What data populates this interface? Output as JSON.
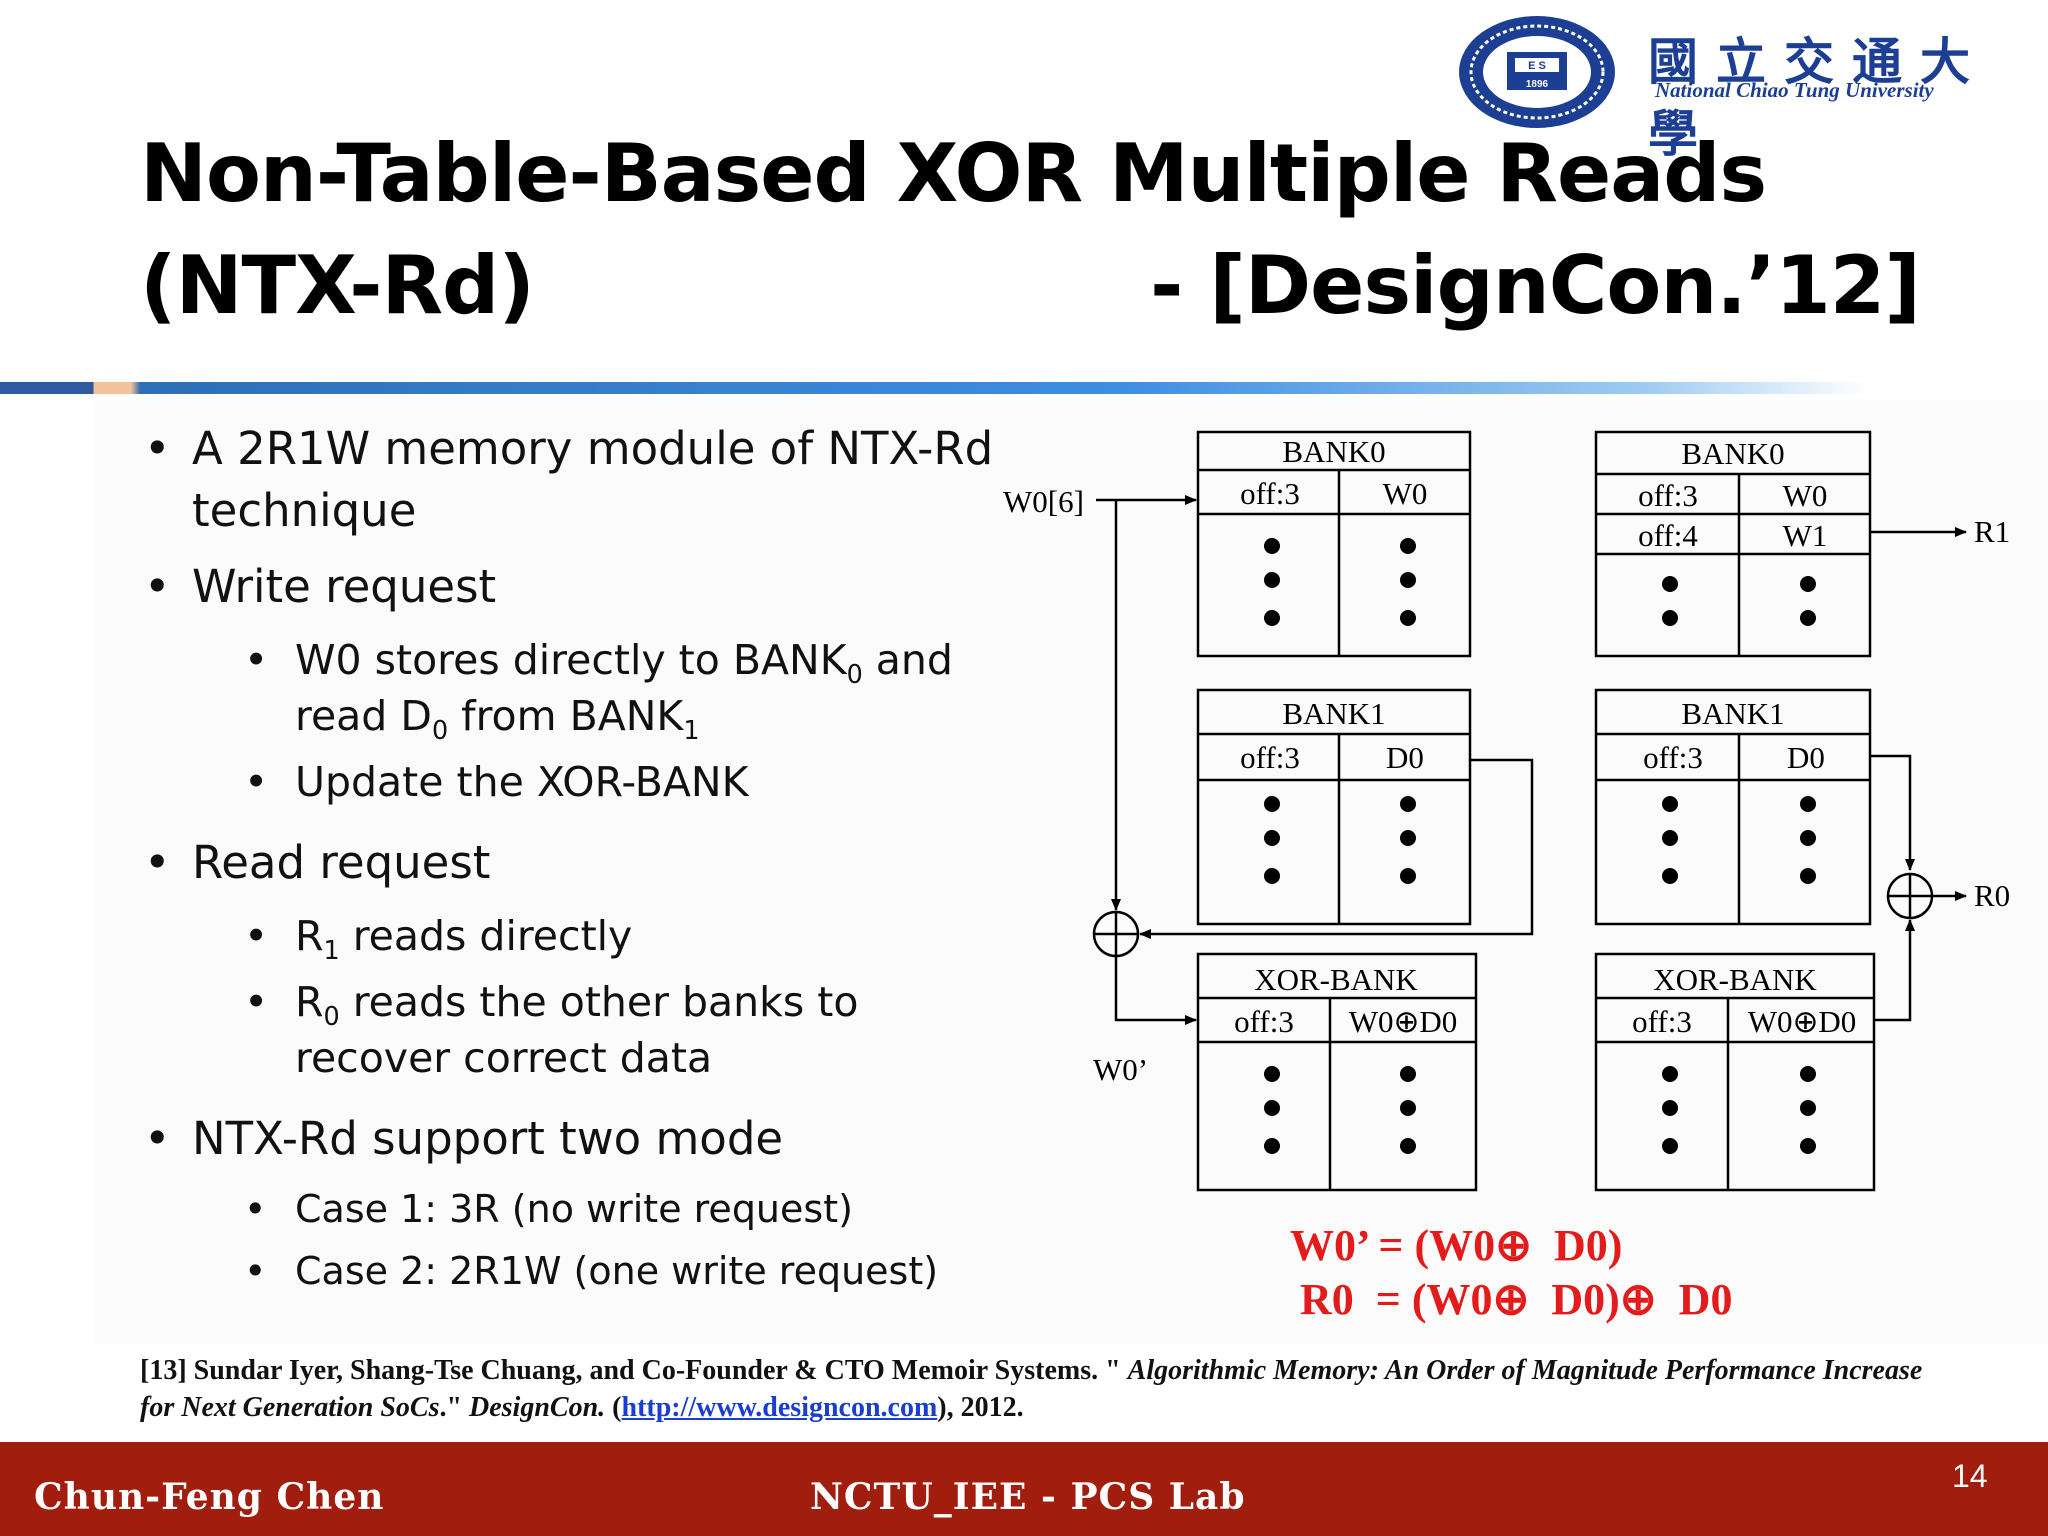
{
  "header": {
    "title_line1": "Non-Table-Based XOR Multiple Reads",
    "title_line2_left": "(NTX-Rd)",
    "title_line2_right": "- [DesignCon.’12]",
    "university_cn": "國立交通大學",
    "university_en": "National Chiao Tung University",
    "logo_text": "1896"
  },
  "bullets": {
    "b1_text": "A 2R1W memory module of NTX-Rd technique",
    "b2_text": "Write request",
    "b2_sub1_a": "W0 stores directly to BANK",
    "b2_sub1_a_sub": "0",
    "b2_sub1_b": " and read D",
    "b2_sub1_b_sub": "0",
    "b2_sub1_c": " from BANK",
    "b2_sub1_c_sub": "1",
    "b2_sub2": "Update the XOR-BANK",
    "b3_text": "Read request",
    "b3_sub1_a": "R",
    "b3_sub1_a_sub": "1",
    "b3_sub1_b": " reads directly",
    "b3_sub2_a": "R",
    "b3_sub2_a_sub": "0",
    "b3_sub2_b": " reads the other banks to recover correct data",
    "b4_text": "NTX-Rd support two mode",
    "b4_sub1": "Case 1: 3R (no write request)",
    "b4_sub2": "Case 2: 2R1W (one write request)"
  },
  "diagram": {
    "left": {
      "bank0_title": "BANK0",
      "bank0_off": "off:3",
      "bank0_val": "W0",
      "bank1_title": "BANK1",
      "bank1_off": "off:3",
      "bank1_val": "D0",
      "xor_title": "XOR-BANK",
      "xor_off": "off:3",
      "xor_val": "W0⊕D0",
      "input_label": "W0[6]",
      "w0p_label": "W0’"
    },
    "right": {
      "bank0_title": "BANK0",
      "bank0_off1": "off:3",
      "bank0_val1": "W0",
      "bank0_off2": "off:4",
      "bank0_val2": "W1",
      "bank1_title": "BANK1",
      "bank1_off": "off:3",
      "bank1_val": "D0",
      "xor_title": "XOR-BANK",
      "xor_off": "off:3",
      "xor_val": "W0⊕D0",
      "r1_label": "R1",
      "r0_label": "R0"
    },
    "formula1": "W0’ = (W0⊕  D0)",
    "formula2": "R0  = (W0⊕  D0)⊕  D0"
  },
  "reference": {
    "prefix": "[13] Sundar Iyer, Shang-Tse Chuang, and Co-Founder & CTO Memoir Systems. \" ",
    "title_italic": "Algorithmic Memory: An Order of Magnitude Performance Increase for Next Generation SoCs",
    "mid": ".\" ",
    "venue_italic": "DesignCon.",
    "open": " (",
    "link": "http://www.designcon.com",
    "suffix": "), 2012."
  },
  "footer": {
    "author": "Chun-Feng Chen",
    "lab": "NCTU_IEE - PCS Lab",
    "page": "14"
  },
  "colors": {
    "footer_bg": "#a11d0e",
    "formula_red": "#e31b1b",
    "logo_blue": "#1c3f94"
  }
}
